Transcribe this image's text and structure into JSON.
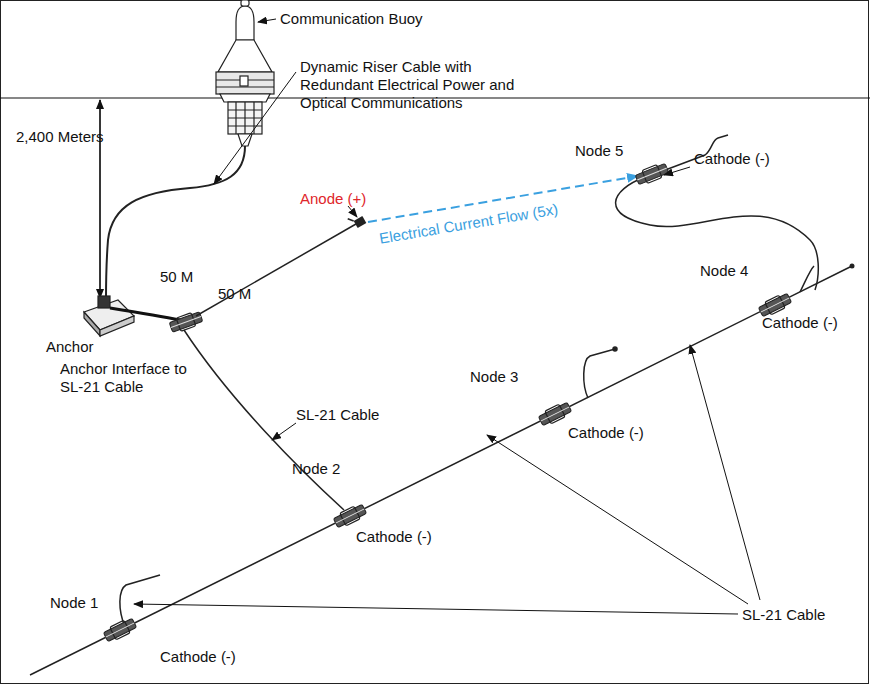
{
  "diagram": {
    "labels": [
      "Communication Buoy",
      "2,400 Meters",
      "Dynamic Riser Cable with Redundant Electrical Power and Optical Communications",
      "Anode (+)",
      "Electrical Current Flow (5x)",
      "Node 5",
      "Cathode (-)",
      "Node 4",
      "Cathode (-)",
      "50 M",
      "50 M",
      "Anchor",
      "Anchor Interface to SL-21 Cable",
      "SL-21 Cable",
      "Node 3",
      "Cathode (-)",
      "Node 2",
      "Cathode (-)",
      "Node 1",
      "Cathode (-)",
      "SL-21 Cable"
    ]
  }
}
